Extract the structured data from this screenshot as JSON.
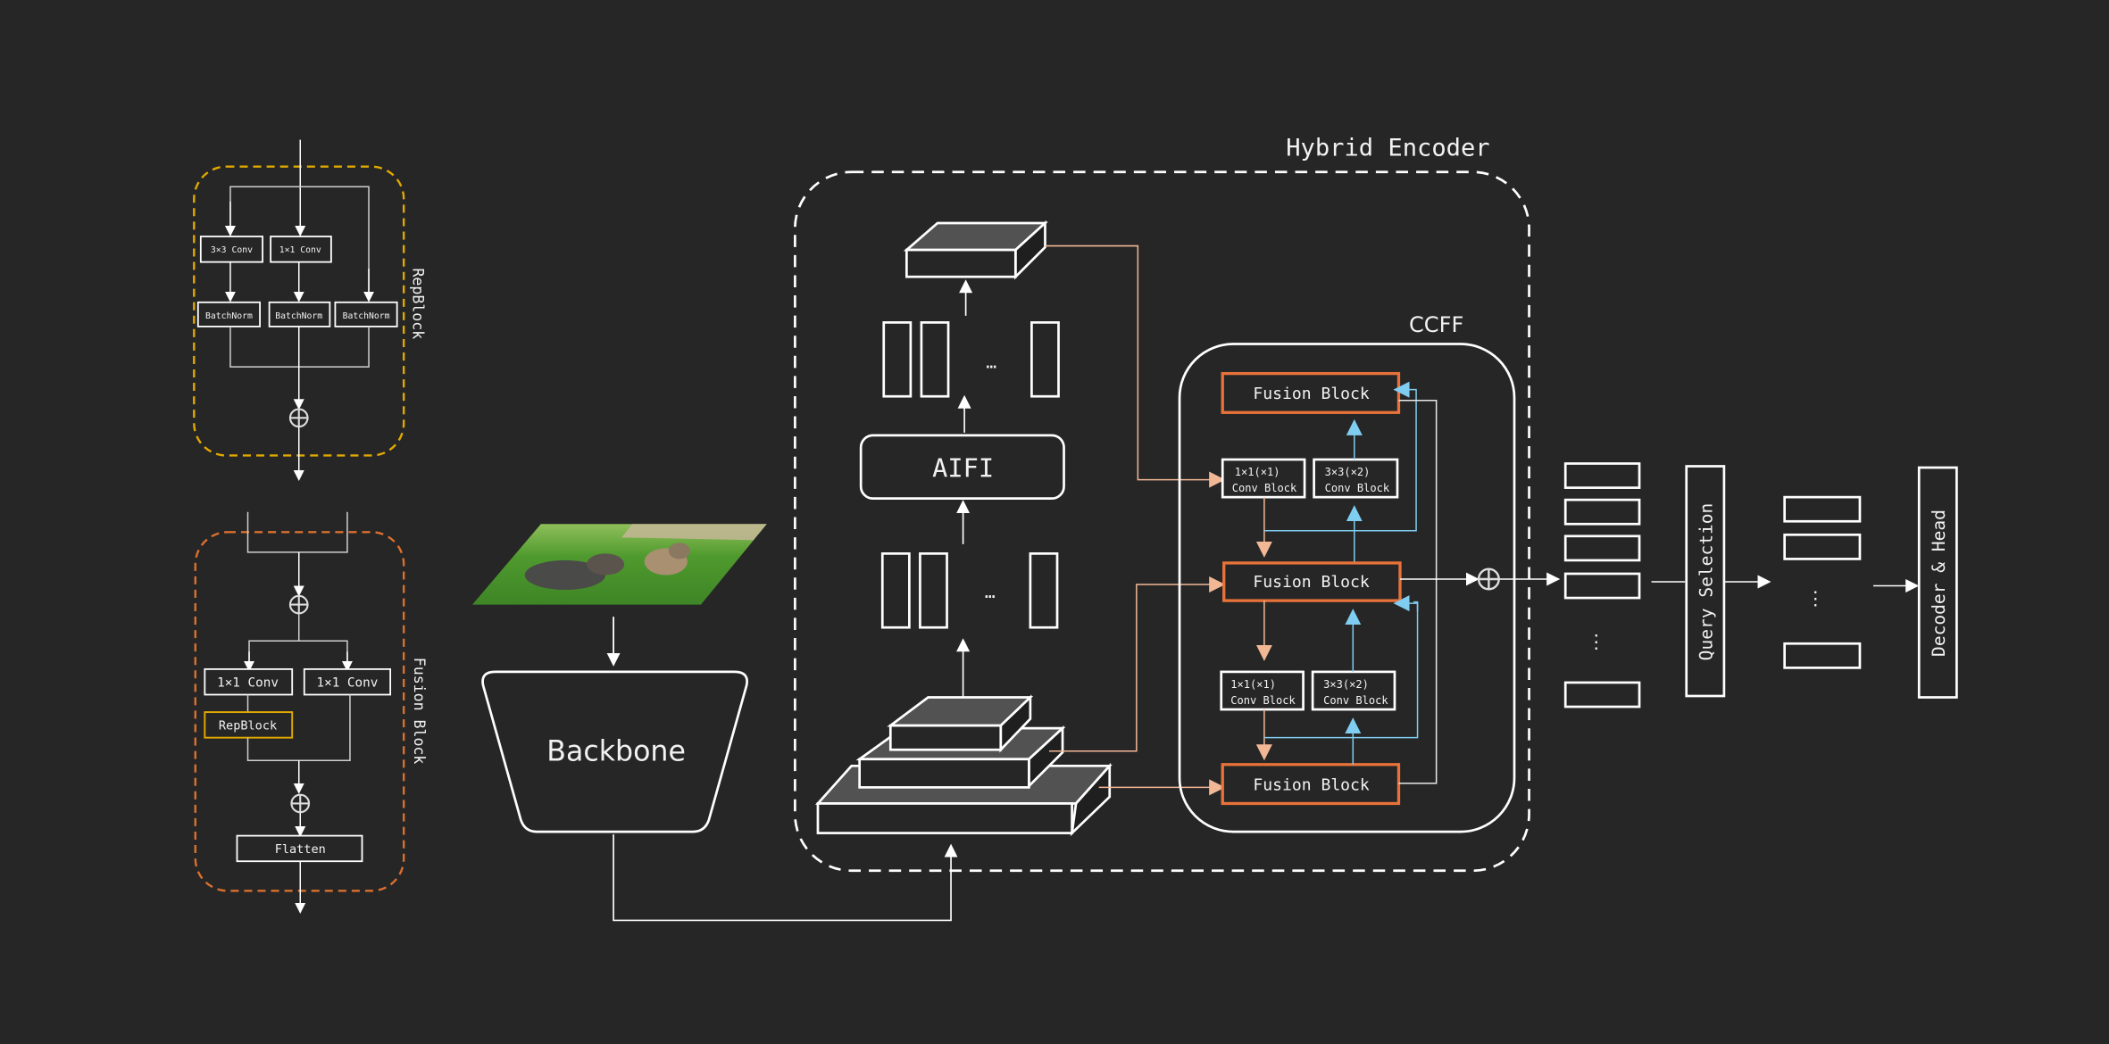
{
  "colors": {
    "background": "#262626",
    "line": "#ffffff",
    "repblock_border": "#e0a800",
    "fusion_border": "#d9702e",
    "fusion_block_border": "#e8733a",
    "lateral_arrow": "#f2b896",
    "upward_arrow": "#7fcdf0",
    "solid_top": "#525252"
  },
  "repblock": {
    "title": "RepBlock",
    "conv3x3": "3×3 Conv",
    "conv1x1": "1×1 Conv",
    "bn": [
      "BatchNorm",
      "BatchNorm",
      "BatchNorm"
    ],
    "sum_symbol": "⊕"
  },
  "fusion_block_detail": {
    "title": "Fusion Block",
    "conv_left": "1×1 Conv",
    "conv_right": "1×1 Conv",
    "repblock": "RepBlock",
    "flatten": "Flatten",
    "sum_symbol": "⊕"
  },
  "input_image": {
    "description": "photo of two dogs running on grass"
  },
  "backbone": {
    "label": "Backbone"
  },
  "hybrid_encoder": {
    "title": "Hybrid Encoder",
    "aifi": "AIFI",
    "ellipsis": "…"
  },
  "ccff": {
    "title": "CCFF",
    "fusion_blocks": [
      "Fusion Block",
      "Fusion Block",
      "Fusion Block"
    ],
    "conv_blocks": [
      {
        "line1": "1×1(×1)",
        "line2": "Conv Block"
      },
      {
        "line1": "3×3(×2)",
        "line2": "Conv Block"
      },
      {
        "line1": "1×1(×1)",
        "line2": "Conv Block"
      },
      {
        "line1": "3×3(×2)",
        "line2": "Conv Block"
      }
    ],
    "sum_symbol": "⊕"
  },
  "outputs": {
    "ellipsis": "⋮",
    "query_selection": "Query Selection",
    "decoder_head": "Decoder & Head"
  }
}
